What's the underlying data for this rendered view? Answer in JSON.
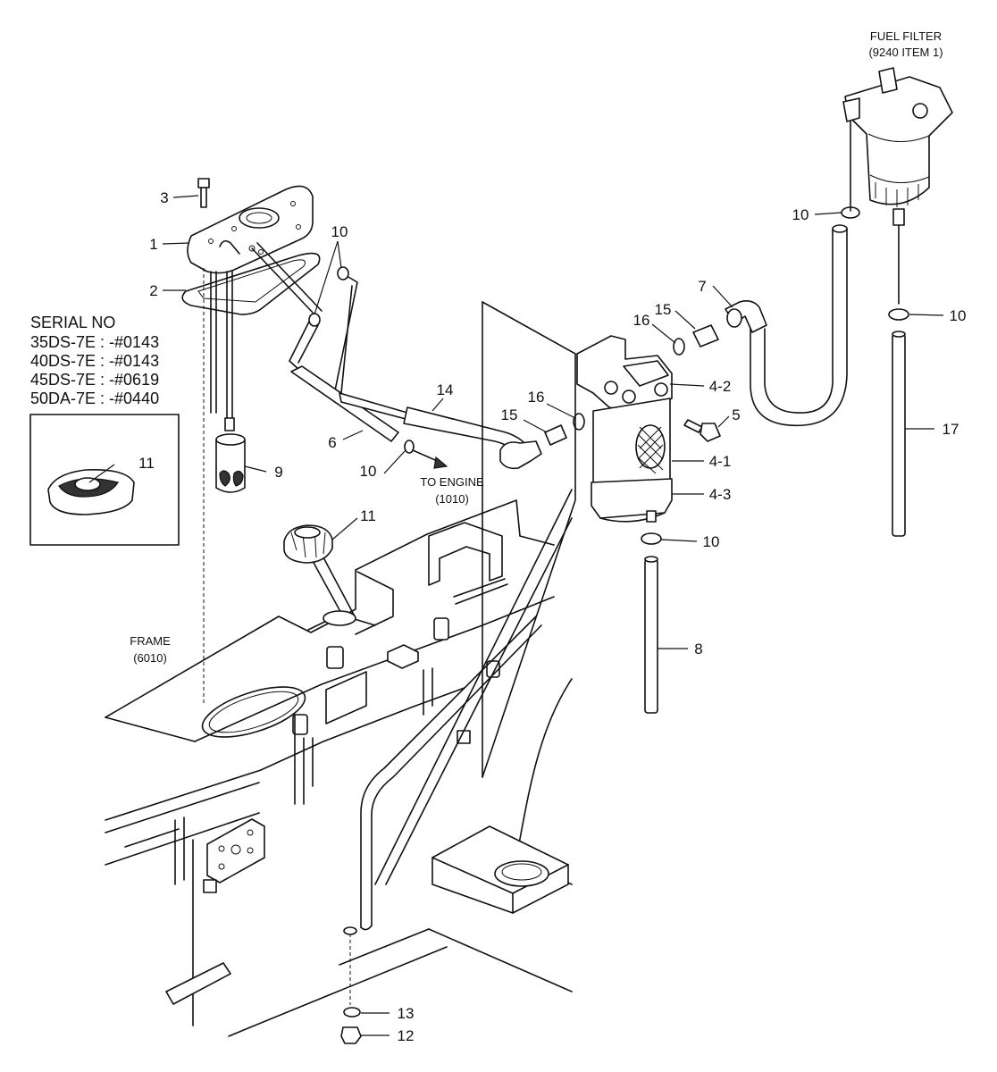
{
  "notes": {
    "fuel_filter_title": "FUEL FILTER",
    "fuel_filter_ref": "(9240 ITEM 1)",
    "to_engine": "TO ENGINE",
    "to_engine_ref": "(1010)",
    "frame": "FRAME",
    "frame_ref": "(6010)"
  },
  "serial": {
    "heading": "SERIAL NO",
    "rows": [
      "35DS-7E : -#0143",
      "40DS-7E : -#0143",
      "45DS-7E : -#0619",
      "50DA-7E : -#0440"
    ]
  },
  "callouts": [
    "1",
    "2",
    "3",
    "4-1",
    "4-2",
    "4-3",
    "5",
    "6",
    "7",
    "8",
    "9",
    "10",
    "11",
    "12",
    "13",
    "14",
    "15",
    "16",
    "17"
  ]
}
